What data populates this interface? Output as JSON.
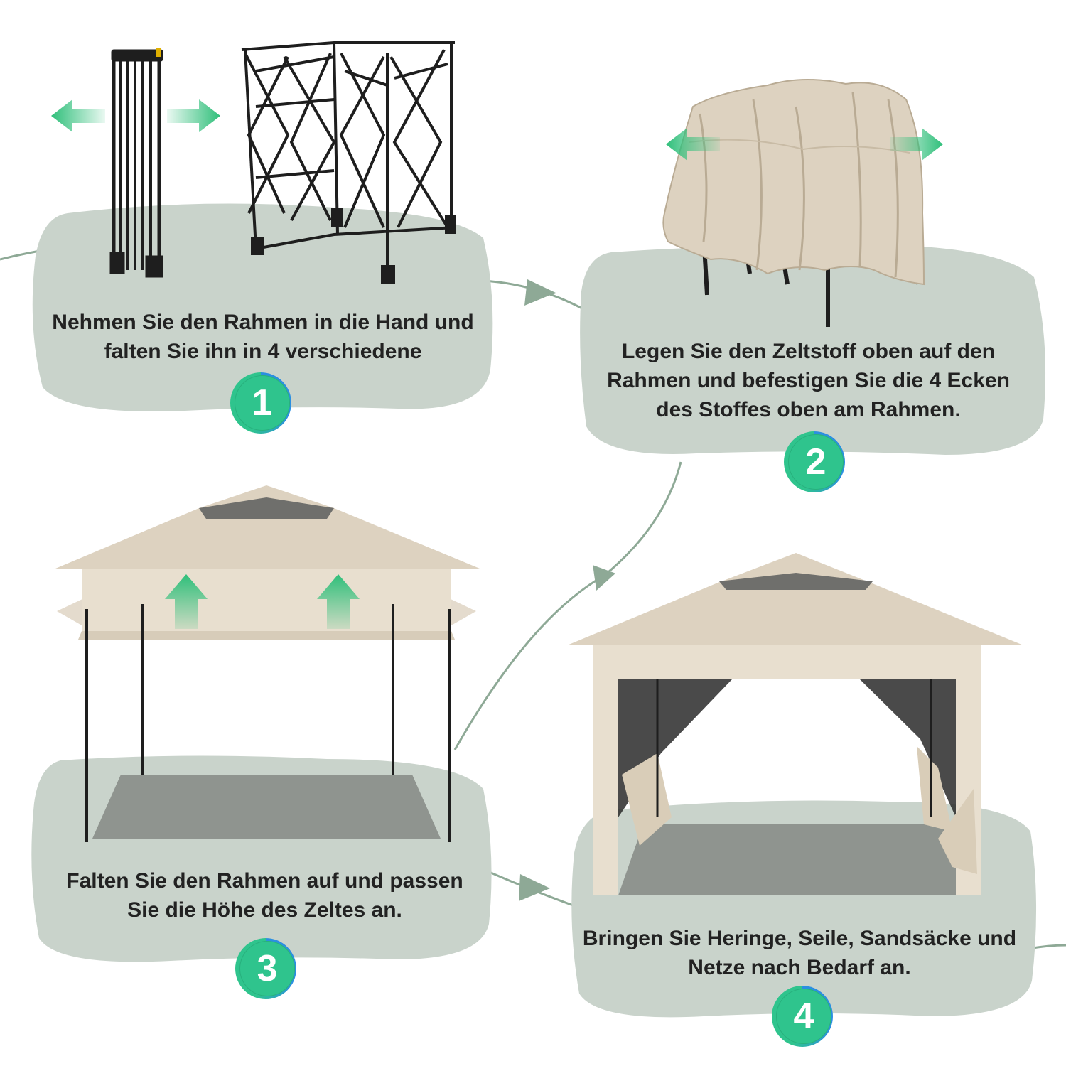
{
  "colors": {
    "blob": "#c9d3cb",
    "connector": "#8ea996",
    "badge_green": "#2fc48d",
    "badge_blue": "#2b8fe0",
    "arrow_green": "#2fbf7a",
    "canopy": "#ddd2c0",
    "frame": "#1e1e1e"
  },
  "steps": [
    {
      "number": "1",
      "text": "Nehmen Sie den Rahmen in die Hand und falten Sie ihn in 4 verschiedene",
      "illustration": "folded-frame-icon"
    },
    {
      "number": "2",
      "text": "Legen Sie den Zeltstoff oben auf den Rahmen und befestigen Sie die 4 Ecken des Stoffes oben am Rahmen.",
      "illustration": "fabric-on-frame-icon"
    },
    {
      "number": "3",
      "text": "Falten Sie den Rahmen auf und passen Sie die Höhe des Zeltes an.",
      "illustration": "raise-canopy-icon"
    },
    {
      "number": "4",
      "text": "Bringen Sie Heringe, Seile, Sandsäcke und Netze nach Bedarf an.",
      "illustration": "gazebo-with-nets-icon"
    }
  ]
}
